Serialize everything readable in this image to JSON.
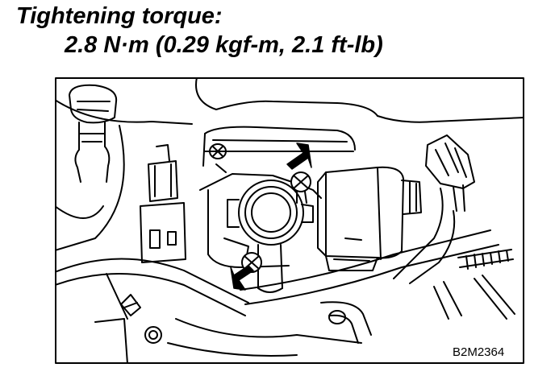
{
  "heading": {
    "label": "Tightening torque:",
    "value": "2.8 N·m (0.29 kgf-m, 2.1 ft-lb)"
  },
  "figure": {
    "code": "B2M2364"
  }
}
